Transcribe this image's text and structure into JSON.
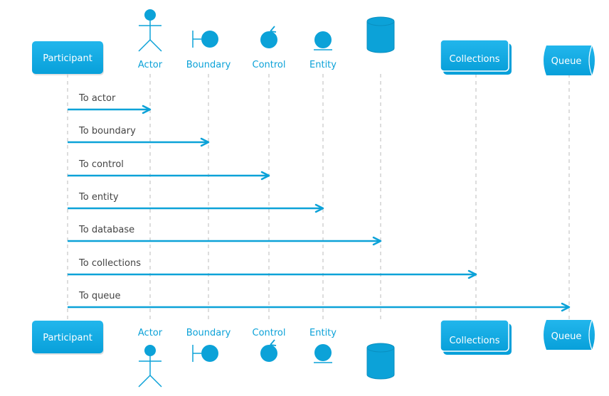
{
  "colors": {
    "accent": "#0ca2d8",
    "box_top": "#22b6ec",
    "box_bottom": "#08a0da",
    "box_text": "#ffffff",
    "label_text": "#0ca2d8",
    "message_text": "#444444",
    "lifeline": "#bbbbbb"
  },
  "participants": [
    {
      "id": "participant",
      "kind": "participant",
      "label": "Participant"
    },
    {
      "id": "actor",
      "kind": "actor",
      "label": "Actor",
      "icon": "actor-icon"
    },
    {
      "id": "boundary",
      "kind": "boundary",
      "label": "Boundary",
      "icon": "boundary-icon"
    },
    {
      "id": "control",
      "kind": "control",
      "label": "Control",
      "icon": "control-icon"
    },
    {
      "id": "entity",
      "kind": "entity",
      "label": "Entity",
      "icon": "entity-icon"
    },
    {
      "id": "database",
      "kind": "database",
      "label": "",
      "icon": "database-icon"
    },
    {
      "id": "collections",
      "kind": "collections",
      "label": "Collections"
    },
    {
      "id": "queue",
      "kind": "queue",
      "label": "Queue"
    }
  ],
  "messages": [
    {
      "from": "participant",
      "to": "actor",
      "text": "To actor"
    },
    {
      "from": "participant",
      "to": "boundary",
      "text": "To boundary"
    },
    {
      "from": "participant",
      "to": "control",
      "text": "To control"
    },
    {
      "from": "participant",
      "to": "entity",
      "text": "To entity"
    },
    {
      "from": "participant",
      "to": "database",
      "text": "To database"
    },
    {
      "from": "participant",
      "to": "collections",
      "text": "To collections"
    },
    {
      "from": "participant",
      "to": "queue",
      "text": "To queue"
    }
  ]
}
